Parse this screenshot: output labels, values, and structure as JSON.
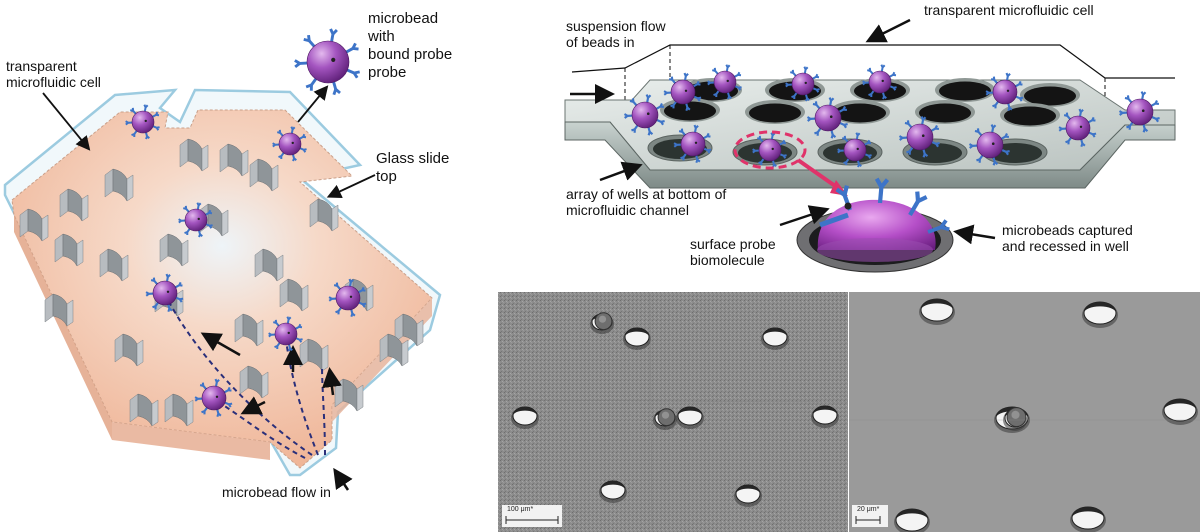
{
  "left_panel": {
    "labels": {
      "transparent_cell": "transparent\nmicrofluidic cell",
      "microbead": "microbead\n with\nbound probe\nprobe",
      "glass_slide": "Glass slide\ntop",
      "flow_in": "microbead flow in"
    }
  },
  "right_panel": {
    "labels": {
      "suspension_flow": "suspension flow\nof beads in",
      "transparent_cell": "transparent microfluidic cell",
      "array_wells": "array of wells at bottom of\nmicrofluidic channel",
      "surface_probe": "surface probe\nbiomolecule",
      "captured": "microbeads captured\nand recessed in well"
    }
  },
  "micrographs": [
    {
      "scale_label": "100 μm*"
    },
    {
      "scale_label": "20 μm*"
    }
  ],
  "colors": {
    "bead_purple": "#9a4fb0",
    "probe_blue": "#3d74c8",
    "slide_peach": "#f1b899",
    "well_gray": "#9ea3a7",
    "highlight_red": "#e0336a"
  }
}
